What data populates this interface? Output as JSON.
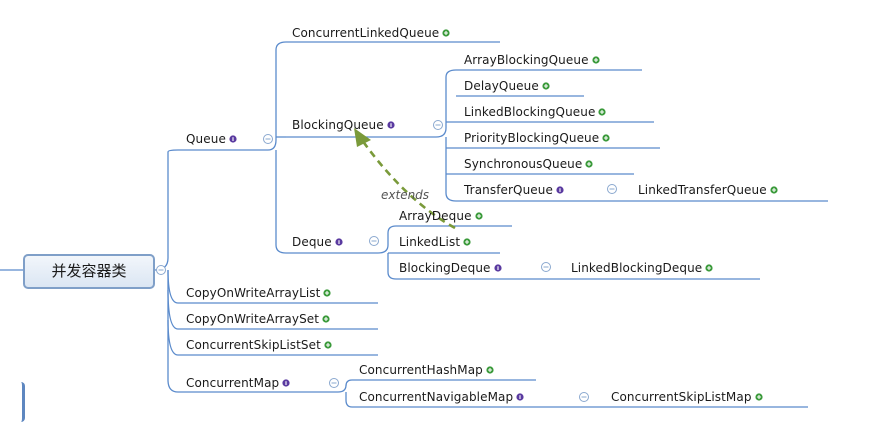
{
  "colors": {
    "branch": "#5b8bcc",
    "text": "#1a1a1a",
    "info_dot": "#5a3aa0",
    "plus_dot": "#3a9a3a",
    "arrow": "#7a9a3a",
    "root_border": "#7f9fc8"
  },
  "root": {
    "label": "并发容器类"
  },
  "extends_label": "extends",
  "nodes": {
    "concurrent_linked_queue": "ConcurrentLinkedQueue",
    "queue": "Queue",
    "blocking_queue": "BlockingQueue",
    "array_blocking_queue": "ArrayBlockingQueue",
    "delay_queue": "DelayQueue",
    "linked_blocking_queue": "LinkedBlockingQueue",
    "priority_blocking_queue": "PriorityBlockingQueue",
    "synchronous_queue": "SynchronousQueue",
    "transfer_queue": "TransferQueue",
    "linked_transfer_queue": "LinkedTransferQueue",
    "deque": "Deque",
    "array_deque": "ArrayDeque",
    "linked_list": "LinkedList",
    "blocking_deque": "BlockingDeque",
    "linked_blocking_deque": "LinkedBlockingDeque",
    "copy_on_write_array_list": "CopyOnWriteArrayList",
    "copy_on_write_array_set": "CopyOnWriteArraySet",
    "concurrent_skip_list_set": "ConcurrentSkipListSet",
    "concurrent_map": "ConcurrentMap",
    "concurrent_hash_map": "ConcurrentHashMap",
    "concurrent_navigable_map": "ConcurrentNavigableMap",
    "concurrent_skip_list_map": "ConcurrentSkipListMap"
  }
}
